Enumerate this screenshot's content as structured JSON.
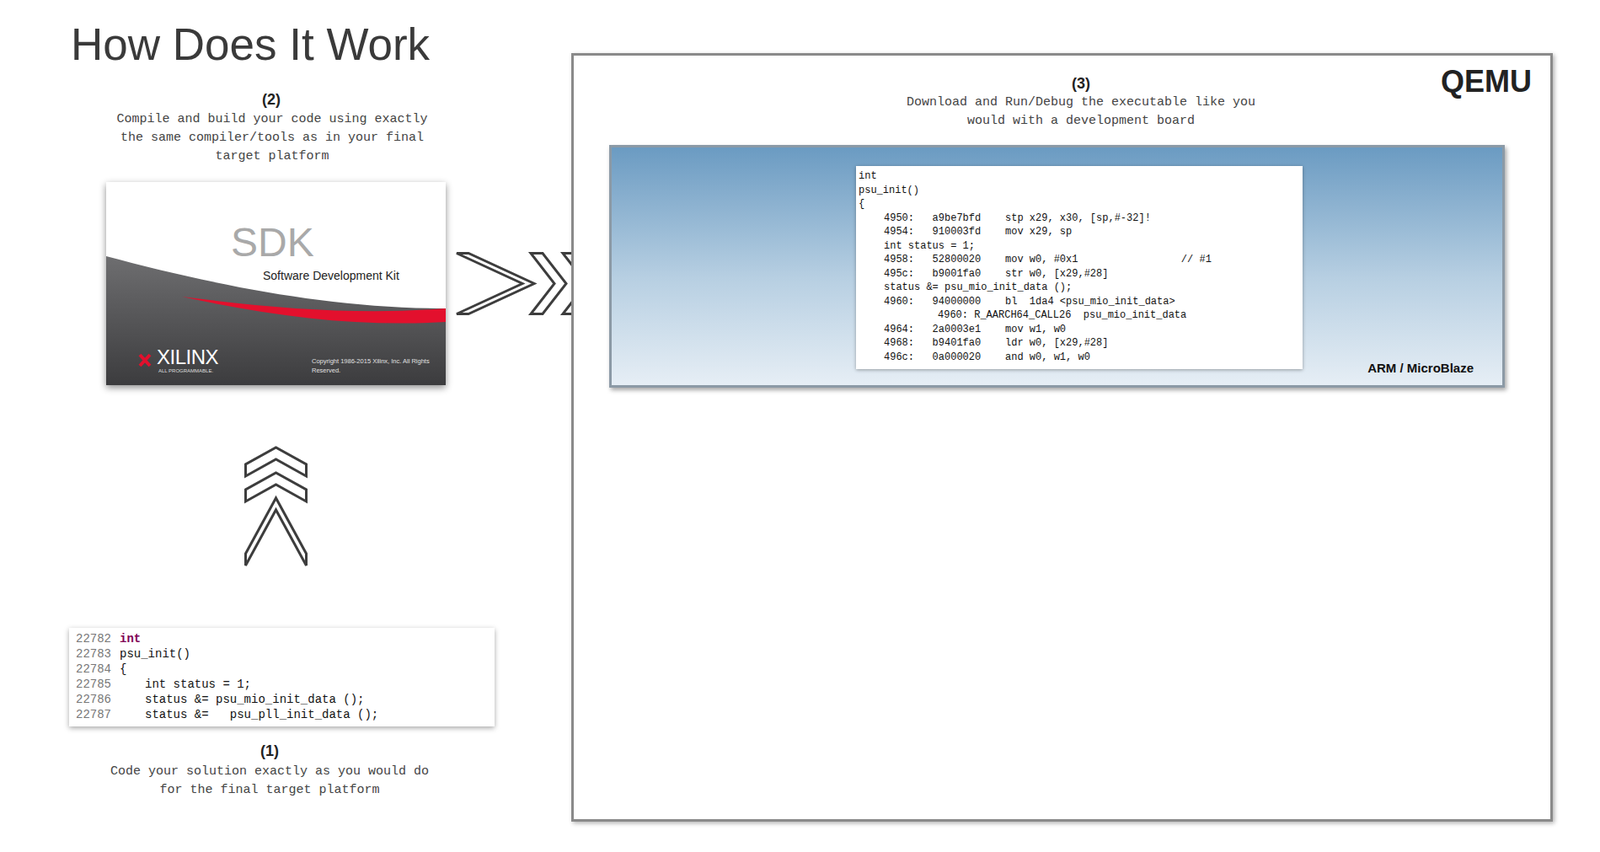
{
  "diagram": {
    "title": "How Does It Work",
    "nodes": [
      {
        "text": [
          "22782",
          "int",
          "22783",
          "psu_init()",
          "22784",
          "{",
          "22785",
          "int status = 1;",
          "22786",
          "status &= psu_mio_init_data ();",
          "22787",
          "status &=   psu_pll_init_data ();"
        ]
      },
      {
        "text": [
          "SDK",
          "Software Development Kit",
          "XILINX",
          "ALL PROGRAMMABLE.",
          "Copyright 1986-2015 Xilinx, Inc. All Rights Reserved."
        ]
      },
      {
        "text": [
          "QEMU",
          "(3)",
          "Download and Run/Debug the executable like you would with a development board"
        ]
      },
      {
        "text": [
          "ARM / MicroBlaze"
        ],
        "in": 2
      },
      {
        "text": [
          "int",
          "psu_init()",
          "{",
          "4950:   a9be7bfd    stp x29, x30, [sp,#-32]!",
          "4954:   910003fd    mov x29, sp",
          "int status = 1;",
          "4958:   52800020    mov w0, #0x1                 // #1",
          "495c:   b9001fa0    str w0, [x29,#28]",
          "status &= psu_mio_init_data ();",
          "4960:   94000000    bl  1da4 <psu_mio_init_data>",
          "4960: R_AARCH64_CALL26  psu_mio_init_data",
          "4964:   2a0003e1    mov w1, w0",
          "4968:   b9401fa0    ldr w0, [x29,#28]",
          "496c:   0a000020    and w0, w1, w0"
        ],
        "in": 3
      }
    ],
    "edges": [
      {
        "from": 0,
        "to": 1,
        "arrow": "to"
      },
      {
        "from": 1,
        "to": 3,
        "arrow": "to"
      }
    ],
    "labels": [
      "(2)",
      "Compile and build your code using exactly the same compiler/tools as in your final target platform",
      "(1)",
      "Code your solution exactly as you would do for the final target platform"
    ]
  }
}
